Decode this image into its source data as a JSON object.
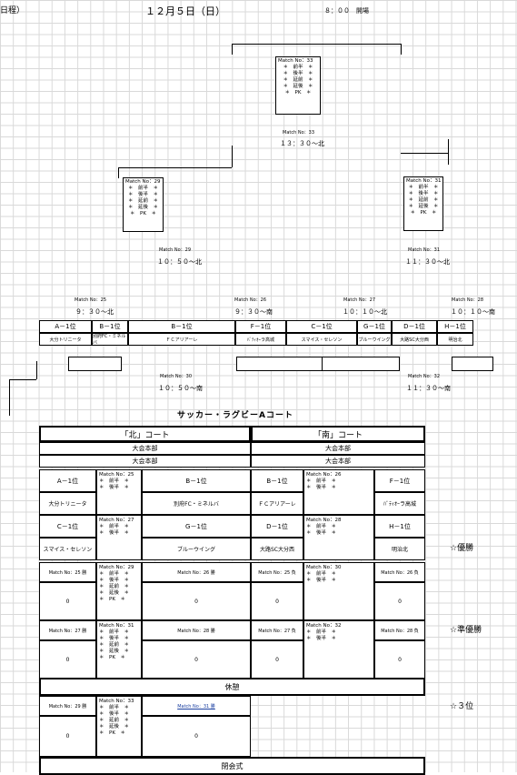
{
  "header": {
    "left": "日程）",
    "date": "１２月５日（日）",
    "start": "８：００　開場"
  },
  "bracket": {
    "final": {
      "label": "Match No：33",
      "lines": [
        "＊　前半　＊",
        "＊　後半　＊",
        "＊　延前　＊",
        "＊　延後　＊",
        "＊　PK　＊"
      ],
      "match": "Match No：33",
      "time": "１３：３０～北"
    },
    "semi_left": {
      "label": "Match No：29",
      "lines": [
        "＊　前半　＊",
        "＊　後半　＊",
        "＊　延前　＊",
        "＊　延後　＊",
        "＊　PK　＊"
      ],
      "match": "Match No：29",
      "time": "１０：５０～北"
    },
    "semi_right": {
      "label": "Match No：31",
      "lines": [
        "＊　前半　＊",
        "＊　後半　＊",
        "＊　延前　＊",
        "＊　延後　＊",
        "＊　PK　＊"
      ],
      "match": "Match No：31",
      "time": "１１：３０～北"
    },
    "qf": [
      {
        "match": "Match No：25",
        "time": "９：３０～北"
      },
      {
        "match": "Match No：26",
        "time": "９：３０～南"
      },
      {
        "match": "Match No：27",
        "time": "１０：１０～北"
      },
      {
        "match": "Match No：28",
        "time": "１０：１０～南"
      }
    ],
    "seeds": [
      "A－1位",
      "B－1位",
      "B－1位",
      "F－1位",
      "C－1位",
      "G－1位",
      "D－1位",
      "H－1位"
    ],
    "teams": [
      "大分トリニータ",
      "別府FC・ミネルバ",
      "ＦＣアリアーレ",
      "ﾊﾞﾃｨｵｰラ高城",
      "スマイス・セレソン",
      "ブルーウイング",
      "大路SC大分西",
      "明治北"
    ],
    "lower_left": {
      "match": "Match No：30",
      "time": "１０：５０～南"
    },
    "lower_right": {
      "match": "Match No：32",
      "time": "１１：３０～南"
    }
  },
  "table": {
    "title": "サッカー・ラグビーAコート",
    "north": "「北」コート",
    "south": "「南」コート",
    "hq": "大会本部",
    "hq2": "大会本部",
    "hq3": "大会本部",
    "hq4": "大会本部",
    "rows": [
      {
        "l_seed": "A－1位",
        "l_team": "大分トリニータ",
        "l_match": "Match No：25",
        "l_lines": [
          "＊　前半　＊",
          "＊　後半　＊"
        ],
        "r_seed": "B－1位",
        "r_team": "別府FC・ミネルバ",
        "s_seed": "B－1位",
        "s_team": "ＦＣアリアーレ",
        "s_match": "Match No：26",
        "s_lines": [
          "＊　前半　＊",
          "＊　後半　＊"
        ],
        "t_seed": "F－1位",
        "t_team": "ﾊﾞﾃｨｵｰラ高城"
      },
      {
        "l_seed": "C－1位",
        "l_team": "スマイス・セレソン",
        "l_match": "Match No：27",
        "l_lines": [
          "＊　前半　＊",
          "＊　後半　＊"
        ],
        "r_seed": "G－1位",
        "r_team": "ブルーウイング",
        "s_seed": "D－1位",
        "s_team": "大路SC大分西",
        "s_match": "Match No：28",
        "s_lines": [
          "＊　前半　＊",
          "＊　後半　＊"
        ],
        "t_seed": "H－1位",
        "t_team": "明治北"
      }
    ],
    "rows2": [
      {
        "l": "Match No：25 勝",
        "m": "Match No：29",
        "mlines": [
          "＊　前半　＊",
          "＊　後半　＊",
          "＊　延前　＊",
          "＊　延後　＊",
          "＊　PK　＊"
        ],
        "r": "Match No：26 勝",
        "sl": "Match No：25 負",
        "sm": "Match No：30",
        "smlines": [
          "＊　前半　＊",
          "＊　後半　＊"
        ],
        "sr": "Match No：26 負",
        "v": "0"
      },
      {
        "l": "Match No：27 勝",
        "m": "Match No：31",
        "mlines": [
          "＊　前半　＊",
          "＊　後半　＊",
          "＊　延前　＊",
          "＊　延後　＊",
          "＊　PK　＊"
        ],
        "r": "Match No：28 勝",
        "sl": "Match No：27 負",
        "sm": "Match No：32",
        "smlines": [
          "＊　前半　＊",
          "＊　後半　＊"
        ],
        "sr": "Match No：28 負",
        "v": "0"
      }
    ],
    "break": "休憩",
    "final_row": {
      "l": "Match No：29 勝",
      "m": "Match No：33",
      "mlines": [
        "＊　前半　＊",
        "＊　後半　＊",
        "＊　延前　＊",
        "＊　延後　＊",
        "＊　PK　＊"
      ],
      "r": "Match No：31 勝",
      "v": "0"
    },
    "closing": "閉会式",
    "awards": [
      "☆優勝",
      "☆準優勝",
      "☆３位"
    ]
  }
}
